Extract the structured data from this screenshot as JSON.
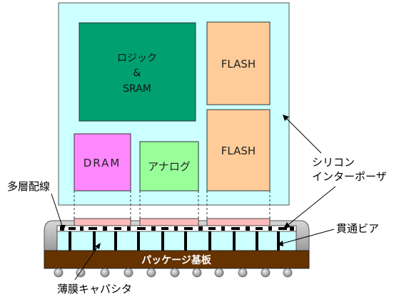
{
  "blocks": {
    "logic_sram": [
      "ロジック",
      "&",
      "SRAM"
    ],
    "flash_top": "FLASH",
    "flash_bottom": "FLASH",
    "dram": "DRAM",
    "analog": "アナログ"
  },
  "labels": {
    "interposer": [
      "シリコン",
      "インターポーザ"
    ],
    "multilayer_wiring": "多層配線",
    "through_via": "貫通ビア",
    "package_substrate": "パッケージ基板",
    "thin_film_capacitor": "薄膜キャパシタ"
  },
  "colors": {
    "interposer_fill": "#ccffff",
    "logic_fill": "#00a070",
    "flash_fill": "#ffcc99",
    "dram_fill": "#ff88ff",
    "analog_fill": "#99ff99",
    "package_fill": "#663300",
    "mold_fill": "#c0c0c0",
    "bump_pink": "#ffbbbb"
  }
}
